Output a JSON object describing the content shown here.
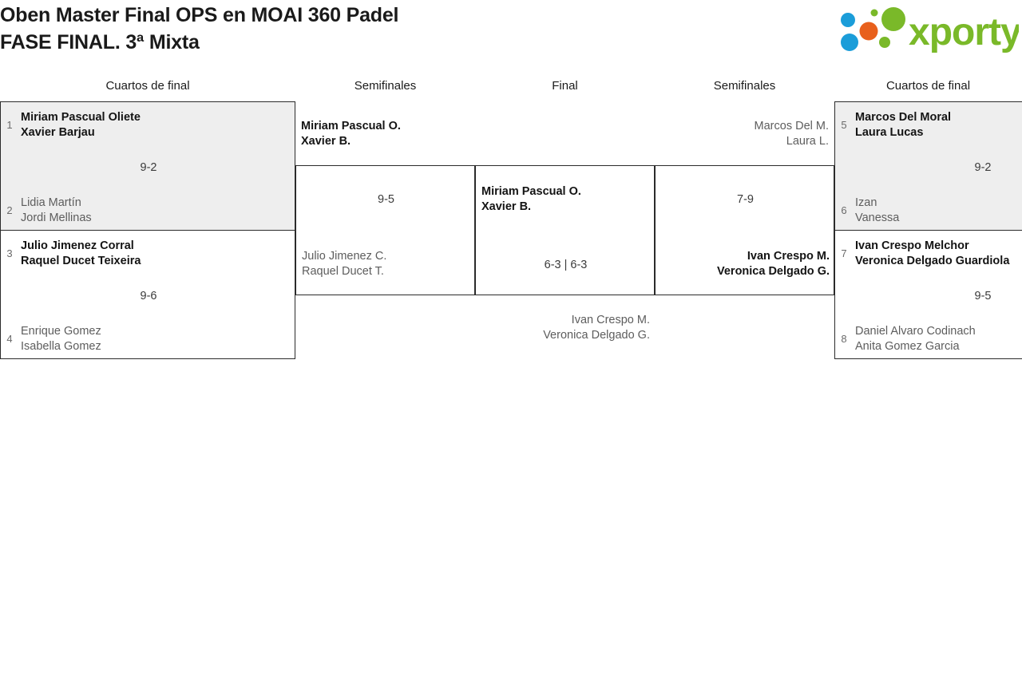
{
  "header": {
    "title_line1": "Oben Master Final OPS en MOAI 360 Padel",
    "title_line2": "FASE FINAL. 3ª Mixta",
    "logo_text": "xporty",
    "logo_colors": {
      "green": "#7ab929",
      "orange": "#e8601c",
      "blue": "#1b9dd9"
    }
  },
  "columns": [
    {
      "id": "qf-left",
      "label": "Cuartos de final"
    },
    {
      "id": "sf-left",
      "label": "Semifinales"
    },
    {
      "id": "final",
      "label": "Final"
    },
    {
      "id": "sf-right",
      "label": "Semifinales"
    },
    {
      "id": "qf-right",
      "label": "Cuartos de final"
    }
  ],
  "matches": {
    "qf1": {
      "score": "9-2",
      "top": {
        "seed": "1",
        "p1": "Miriam Pascual Oliete",
        "p2": "Xavier Barjau",
        "result": "win"
      },
      "bottom": {
        "seed": "2",
        "p1": "Lidia Martín",
        "p2": "Jordi Mellinas",
        "result": "lose"
      }
    },
    "qf2": {
      "score": "9-6",
      "top": {
        "seed": "3",
        "p1": "Julio Jimenez Corral",
        "p2": "Raquel Ducet Teixeira",
        "result": "win"
      },
      "bottom": {
        "seed": "4",
        "p1": "Enrique Gomez",
        "p2": "Isabella Gomez",
        "result": "lose"
      }
    },
    "qf3": {
      "score": "9-2",
      "top": {
        "seed": "5",
        "p1": "Marcos Del Moral",
        "p2": "Laura Lucas",
        "result": "win"
      },
      "bottom": {
        "seed": "6",
        "p1": "Izan",
        "p2": "Vanessa",
        "result": "lose"
      }
    },
    "qf4": {
      "score": "9-5",
      "top": {
        "seed": "7",
        "p1": "Ivan Crespo Melchor",
        "p2": "Veronica Delgado Guardiola",
        "result": "win"
      },
      "bottom": {
        "seed": "8",
        "p1": "Daniel Alvaro Codinach",
        "p2": "Anita Gomez Garcia",
        "result": "lose"
      }
    },
    "sf1": {
      "score": "9-5",
      "top": {
        "p1": "Miriam Pascual O.",
        "p2": "Xavier B.",
        "result": "win"
      },
      "bottom": {
        "p1": "Julio Jimenez C.",
        "p2": "Raquel Ducet T.",
        "result": "lose"
      }
    },
    "sf2": {
      "score": "7-9",
      "top": {
        "p1": "Marcos Del M.",
        "p2": "Laura L.",
        "result": "lose"
      },
      "bottom": {
        "p1": "Ivan Crespo M.",
        "p2": "Veronica Delgado G.",
        "result": "win"
      }
    },
    "final": {
      "score": "6-3 | 6-3",
      "top": {
        "p1": "Miriam Pascual O.",
        "p2": "Xavier B.",
        "result": "win"
      },
      "bottom": {
        "p1": "Ivan Crespo M.",
        "p2": "Veronica Delgado G.",
        "result": "lose"
      }
    }
  }
}
